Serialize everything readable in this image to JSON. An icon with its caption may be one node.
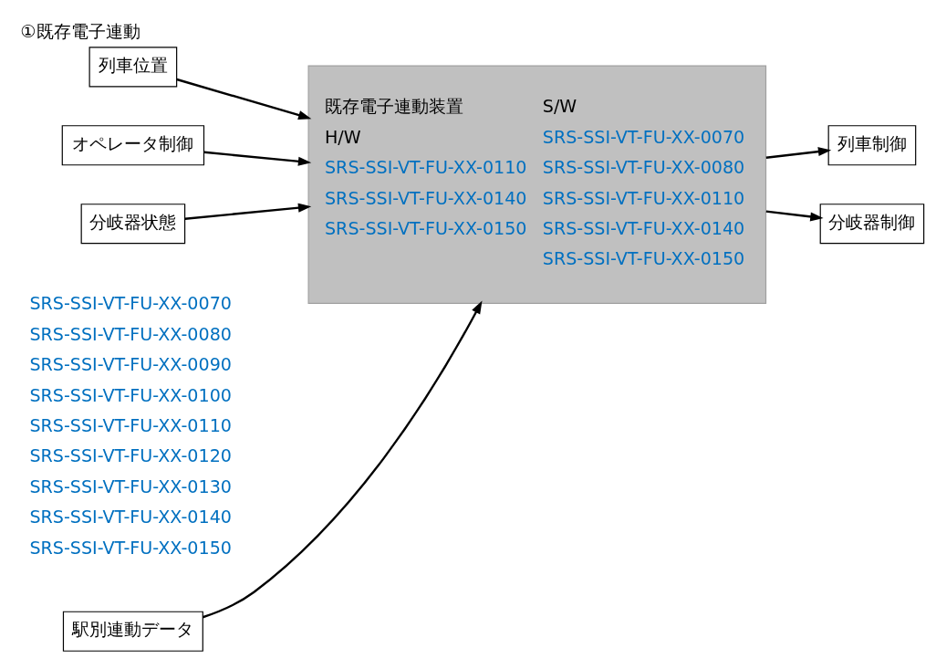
{
  "diagram": {
    "title": "①既存電子連動",
    "nodes": [
      {
        "text": [
          "駅別連動データ"
        ],
        "beside": [
          "SRS-SSI-VT-FU-XX-0070",
          "SRS-SSI-VT-FU-XX-0080",
          "SRS-SSI-VT-FU-XX-0090",
          "SRS-SSI-VT-FU-XX-0100",
          "SRS-SSI-VT-FU-XX-0110",
          "SRS-SSI-VT-FU-XX-0120",
          "SRS-SSI-VT-FU-XX-0130",
          "SRS-SSI-VT-FU-XX-0140",
          "SRS-SSI-VT-FU-XX-0150"
        ]
      },
      {
        "text": [
          "既存電子連動装置",
          "H/W",
          "SRS-SSI-VT-FU-XX-0110",
          "SRS-SSI-VT-FU-XX-0140",
          "SRS-SSI-VT-FU-XX-0150",
          "S/W",
          "SRS-SSI-VT-FU-XX-0070",
          "SRS-SSI-VT-FU-XX-0080",
          "SRS-SSI-VT-FU-XX-0110",
          "SRS-SSI-VT-FU-XX-0140",
          "SRS-SSI-VT-FU-XX-0150"
        ]
      },
      {
        "text": [
          "列車位置"
        ]
      },
      {
        "text": [
          "オペレータ制御"
        ]
      },
      {
        "text": [
          "分岐器状態"
        ]
      },
      {
        "text": [
          "列車制御"
        ]
      },
      {
        "text": [
          "分岐器制御"
        ]
      }
    ],
    "edges": [
      {
        "from": 0,
        "to": 1,
        "arrow": "to"
      },
      {
        "from": 2,
        "to": 1,
        "arrow": "to"
      },
      {
        "from": 3,
        "to": 1,
        "arrow": "to"
      },
      {
        "from": 4,
        "to": 1,
        "arrow": "to"
      },
      {
        "from": 1,
        "to": 5,
        "arrow": "to"
      },
      {
        "from": 1,
        "to": 6,
        "arrow": "to"
      }
    ]
  }
}
